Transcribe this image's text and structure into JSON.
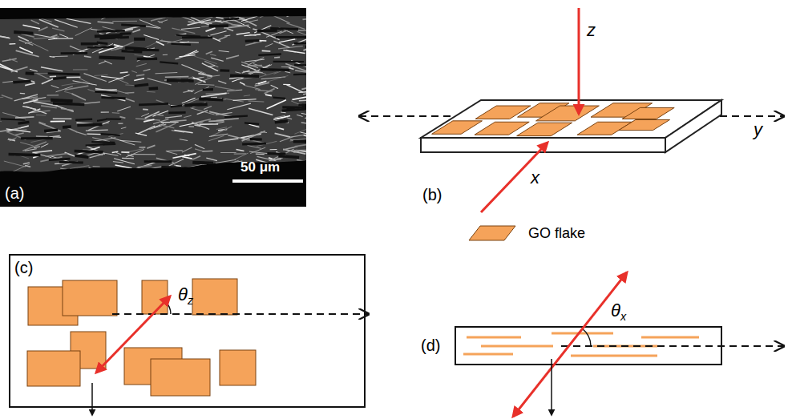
{
  "diagram": {
    "labels": [
      "(a)",
      "50 μm",
      "z",
      "y",
      "x",
      "(b)",
      "(c)",
      "θz",
      "(d)",
      "θx"
    ],
    "legend": [
      {
        "text": "GO flake",
        "color": "#f5a35a"
      }
    ]
  }
}
